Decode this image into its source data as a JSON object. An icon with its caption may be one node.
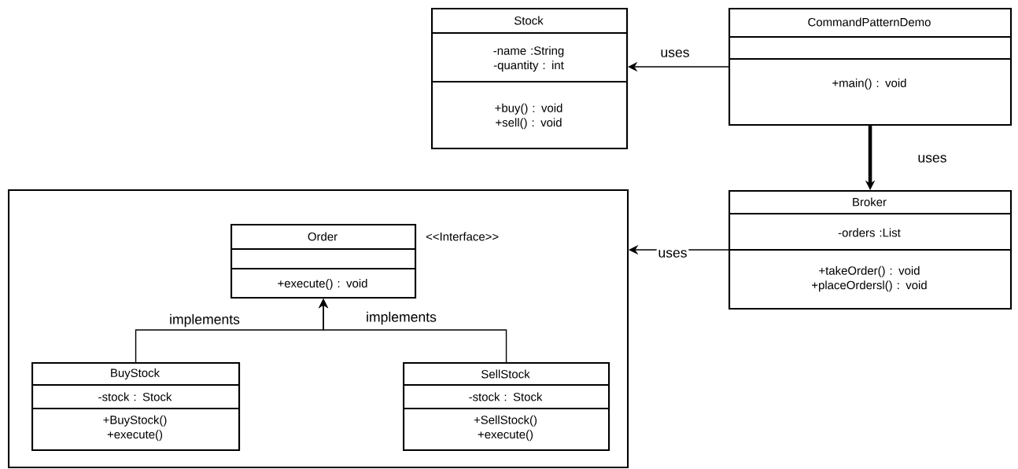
{
  "diagram": {
    "nodes": [
      {
        "text": [
          "Stock",
          "-name :String -quantity : int",
          "+buy() : void +sell() : void"
        ]
      },
      {
        "text": [
          "CommandPatternDemo",
          "+main() : void"
        ]
      },
      {
        "text": [],
        "shape": "box"
      },
      {
        "text": [
          "Broker",
          "-orders :List",
          "+takeOrder() : void +placeOrdersl() : void"
        ]
      },
      {
        "text": [
          "Order",
          "+execute() : void"
        ],
        "beside": [
          "<<Interface>>"
        ],
        "in": 2
      },
      {
        "text": [
          "BuyStock",
          "-stock : Stock",
          "+BuyStock() +execute()"
        ],
        "in": 2
      },
      {
        "text": [
          "SellStock",
          "-stock : Stock",
          "+SellStock() +execute()"
        ],
        "in": 2
      }
    ],
    "edges": [
      {
        "from": 1,
        "to": 0,
        "arrow": "to",
        "label": "uses"
      },
      {
        "from": 1,
        "to": 3,
        "arrow": "to",
        "label": "uses",
        "style": "thick"
      },
      {
        "from": 3,
        "to": 2,
        "arrow": "to",
        "label": "uses"
      },
      {
        "from": 5,
        "to": 4,
        "arrow": "to",
        "label": "implements"
      },
      {
        "from": 6,
        "to": 4,
        "arrow": "to",
        "label": "implements"
      }
    ]
  }
}
